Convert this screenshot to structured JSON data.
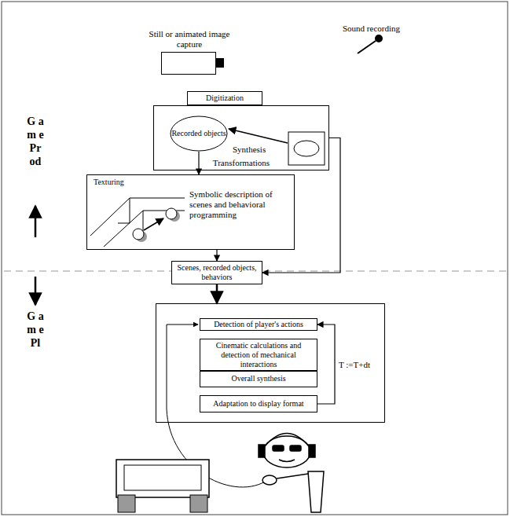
{
  "diagram": {
    "nodes": [
      {
        "text": [
          "Still or animated image capture"
        ]
      },
      {
        "text": [
          "Digitization"
        ]
      },
      {
        "text": [
          "Transformations"
        ]
      },
      {
        "text": [
          "Recorded objects"
        ],
        "in": 2
      },
      {
        "text": [
          "Texturing",
          "Symbolic description of scenes and behavioral programming"
        ]
      },
      {
        "text": [
          "Scenes, recorded objects, behaviors"
        ]
      },
      {
        "text": []
      },
      {
        "text": [
          "Detection of player's actions"
        ],
        "in": 6
      },
      {
        "text": [
          "Cinematic calculations and detection of mechanical interactions"
        ],
        "in": 6
      },
      {
        "text": [
          "Overall synthesis"
        ],
        "in": 6
      },
      {
        "text": [
          "Adaptation to display format"
        ],
        "in": 6
      }
    ],
    "edges": [
      {
        "from": 3,
        "to": 4,
        "arrow": "to"
      },
      {
        "from": 2,
        "to": 5,
        "arrow": "to"
      },
      {
        "from": 4,
        "to": 5,
        "arrow": "to"
      },
      {
        "from": 5,
        "to": 6,
        "arrow": "to"
      },
      {
        "from": 10,
        "to": 7,
        "label": "T :=T+dt",
        "arrow": "to"
      }
    ],
    "labels": [
      "Sound recording",
      "Synthesis",
      "G a m e Pr od",
      "G a m e Pl"
    ]
  }
}
